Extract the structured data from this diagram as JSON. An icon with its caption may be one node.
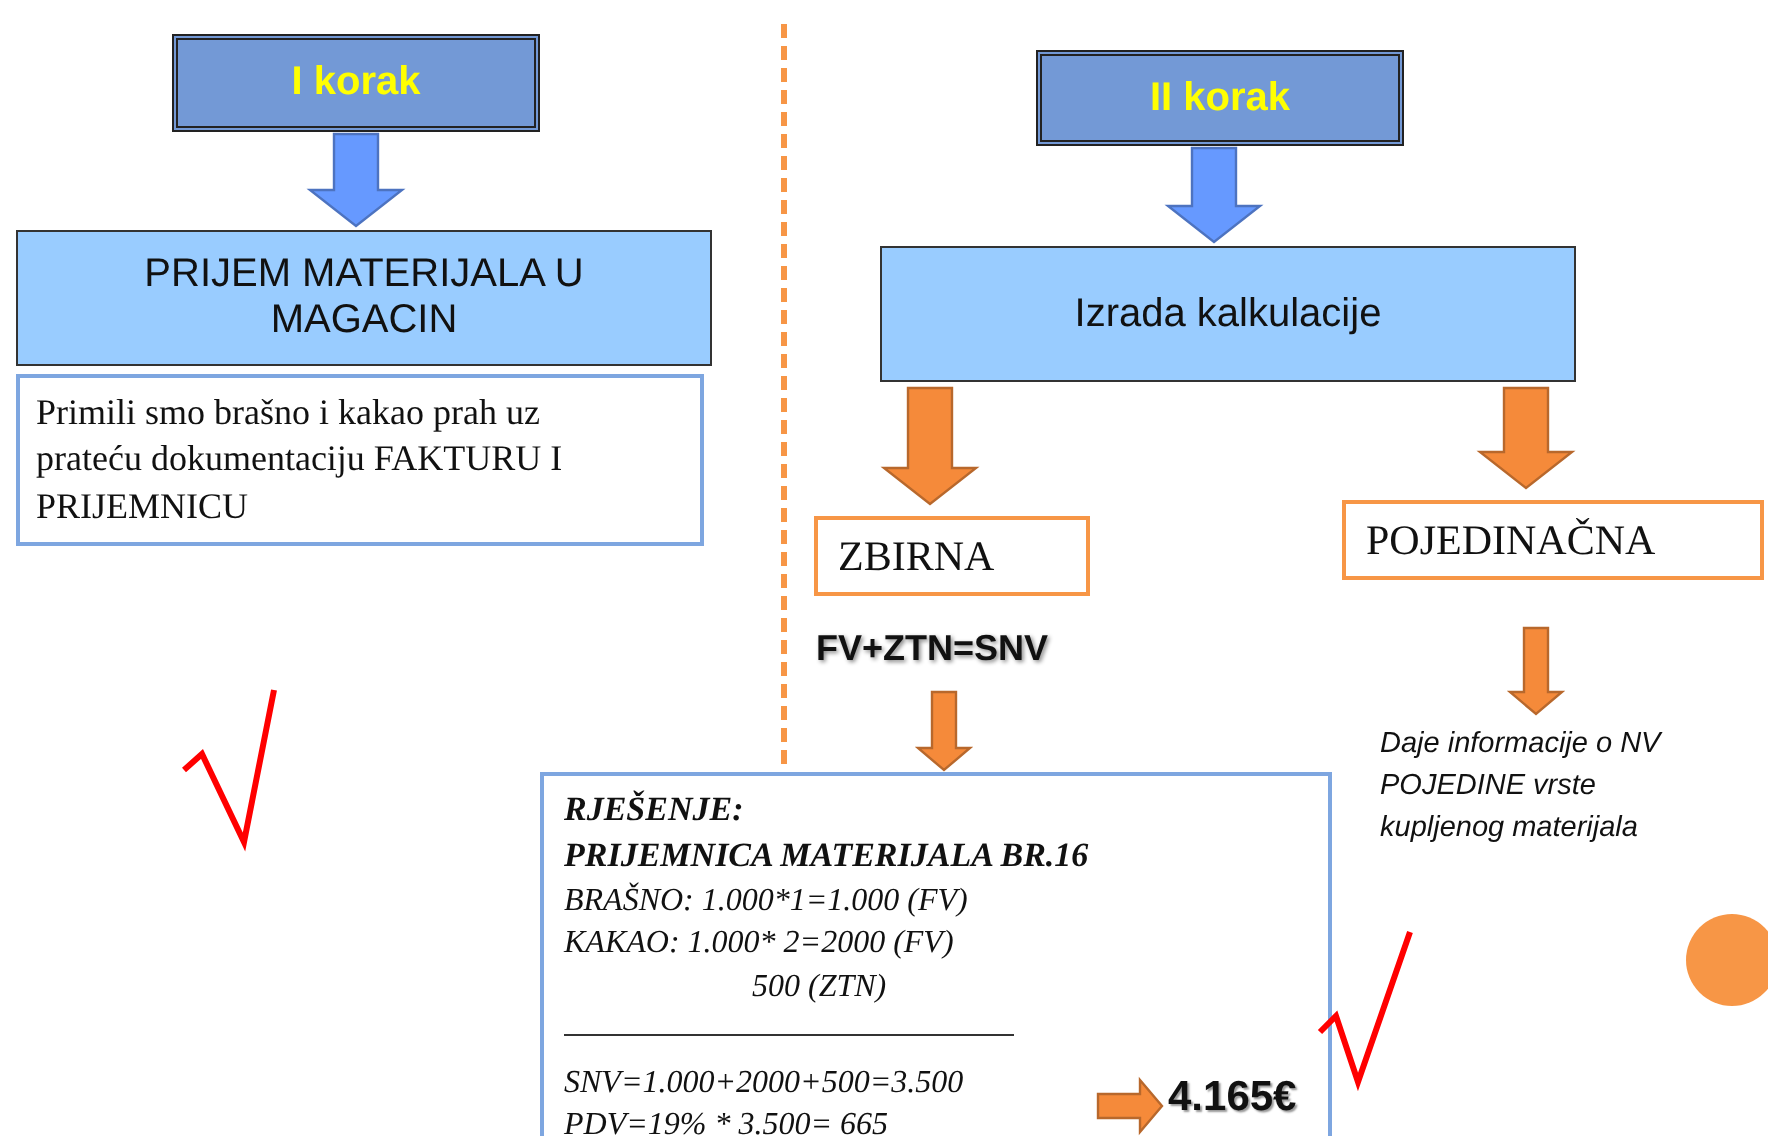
{
  "diagram": {
    "nodes": [
      {
        "text": [
          "I korak"
        ]
      },
      {
        "text": [
          "PRIJEM MATERIJALA U MAGACIN"
        ]
      },
      {
        "text": [
          "Primili smo brašno i kakao prah uz prateću dokumentaciju FAKTURU I PRIJEMNICU"
        ]
      },
      {
        "text": [
          "II korak"
        ]
      },
      {
        "text": [
          "Izrada kalkulacije"
        ]
      },
      {
        "text": [
          "ZBIRNA"
        ]
      },
      {
        "text": [
          "POJEDINAČNA"
        ]
      },
      {
        "text": [
          "FV+ZTN=SNV"
        ]
      },
      {
        "text": [
          "Daje informacije o NV POJEDINE vrste kupljenog materijala"
        ]
      },
      {
        "text": [
          "RJEŠENJE:",
          "PRIJEMNICA MATERIJALA BR.16",
          "BRAŠNO: 1.000*1=1.000 (FV)",
          "KAKAO: 1.000* 2=2000 (FV)",
          "500 (ZTN)",
          "SNV=1.000+2000+500=3.500",
          "PDV=19% * 3.500= 665"
        ]
      },
      {
        "text": [
          "4.165€"
        ],
        "in": 9
      }
    ],
    "edges": [
      {
        "from": 0,
        "to": 1,
        "arrow": "to",
        "color": "#6699ff"
      },
      {
        "from": 3,
        "to": 4,
        "arrow": "to",
        "color": "#6699ff"
      },
      {
        "from": 4,
        "to": 5,
        "arrow": "to"
      },
      {
        "from": 4,
        "to": 6,
        "arrow": "to"
      },
      {
        "from": 6,
        "to": 8,
        "arrow": "to"
      },
      {
        "from": 7,
        "to": 9,
        "arrow": "to"
      },
      {
        "from": 9,
        "to": 10,
        "arrow": "to"
      }
    ]
  }
}
